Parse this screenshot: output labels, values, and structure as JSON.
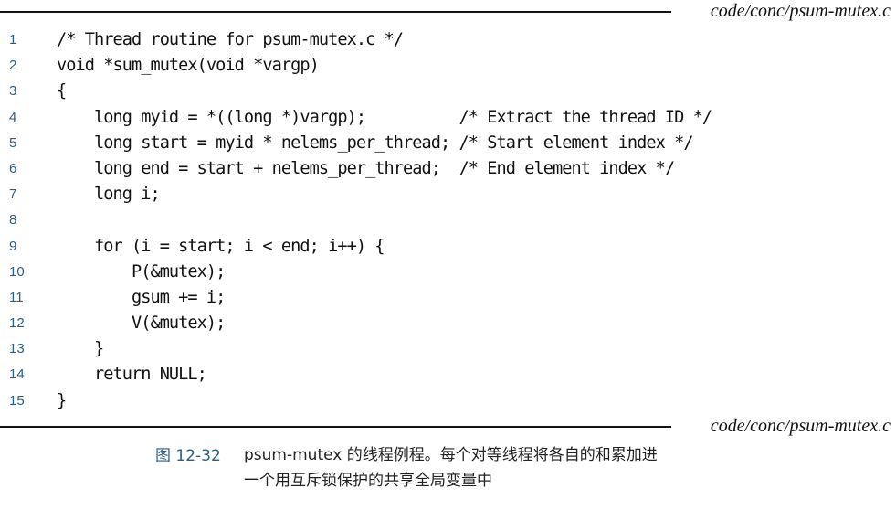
{
  "listing": {
    "filename_top": "code/conc/psum-mutex.c",
    "filename_bottom": "code/conc/psum-mutex.c",
    "lines": [
      {
        "number": "1",
        "code": "/* Thread routine for psum-mutex.c */"
      },
      {
        "number": "2",
        "code": "void *sum_mutex(void *vargp)"
      },
      {
        "number": "3",
        "code": "{"
      },
      {
        "number": "4",
        "code": "    long myid = *((long *)vargp);          /* Extract the thread ID */"
      },
      {
        "number": "5",
        "code": "    long start = myid * nelems_per_thread; /* Start element index */"
      },
      {
        "number": "6",
        "code": "    long end = start + nelems_per_thread;  /* End element index */"
      },
      {
        "number": "7",
        "code": "    long i;"
      },
      {
        "number": "8",
        "code": ""
      },
      {
        "number": "9",
        "code": "    for (i = start; i < end; i++) {"
      },
      {
        "number": "10",
        "code": "        P(&mutex);"
      },
      {
        "number": "11",
        "code": "        gsum += i;"
      },
      {
        "number": "12",
        "code": "        V(&mutex);"
      },
      {
        "number": "13",
        "code": "    }"
      },
      {
        "number": "14",
        "code": "    return NULL;"
      },
      {
        "number": "15",
        "code": "}"
      }
    ]
  },
  "caption": {
    "label": "图 12-32",
    "line1": "psum-mutex 的线程例程。每个对等线程将各自的和累加进",
    "line2": "一个用互斥锁保护的共享全局变量中"
  }
}
